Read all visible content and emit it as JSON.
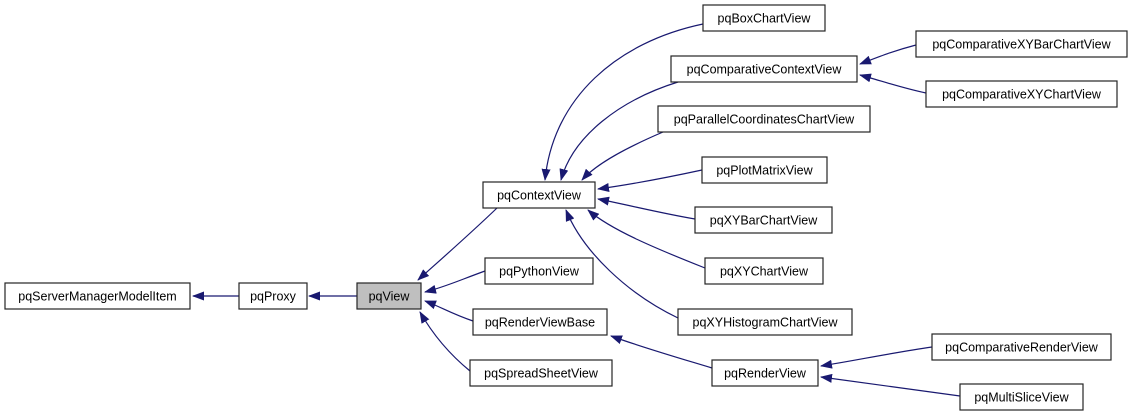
{
  "diagram": {
    "type": "class-inheritance-graph",
    "colors": {
      "background": "#ffffff",
      "edge": "#191970",
      "node_border": "#242424",
      "node_fill": "#ffffff",
      "highlight_fill": "#bfbfbf",
      "text": "#000000"
    },
    "nodes": [
      {
        "id": "pqServerManagerModelItem",
        "label": "pqServerManagerModelItem",
        "highlighted": false
      },
      {
        "id": "pqProxy",
        "label": "pqProxy",
        "highlighted": false
      },
      {
        "id": "pqView",
        "label": "pqView",
        "highlighted": true
      },
      {
        "id": "pqContextView",
        "label": "pqContextView",
        "highlighted": false
      },
      {
        "id": "pqPythonView",
        "label": "pqPythonView",
        "highlighted": false
      },
      {
        "id": "pqRenderViewBase",
        "label": "pqRenderViewBase",
        "highlighted": false
      },
      {
        "id": "pqSpreadSheetView",
        "label": "pqSpreadSheetView",
        "highlighted": false
      },
      {
        "id": "pqBoxChartView",
        "label": "pqBoxChartView",
        "highlighted": false
      },
      {
        "id": "pqComparativeContextView",
        "label": "pqComparativeContextView",
        "highlighted": false
      },
      {
        "id": "pqParallelCoordinatesChartView",
        "label": "pqParallelCoordinatesChartView",
        "highlighted": false
      },
      {
        "id": "pqPlotMatrixView",
        "label": "pqPlotMatrixView",
        "highlighted": false
      },
      {
        "id": "pqXYBarChartView",
        "label": "pqXYBarChartView",
        "highlighted": false
      },
      {
        "id": "pqXYChartView",
        "label": "pqXYChartView",
        "highlighted": false
      },
      {
        "id": "pqXYHistogramChartView",
        "label": "pqXYHistogramChartView",
        "highlighted": false
      },
      {
        "id": "pqComparativeXYBarChartView",
        "label": "pqComparativeXYBarChartView",
        "highlighted": false
      },
      {
        "id": "pqComparativeXYChartView",
        "label": "pqComparativeXYChartView",
        "highlighted": false
      },
      {
        "id": "pqRenderView",
        "label": "pqRenderView",
        "highlighted": false
      },
      {
        "id": "pqComparativeRenderView",
        "label": "pqComparativeRenderView",
        "highlighted": false
      },
      {
        "id": "pqMultiSliceView",
        "label": "pqMultiSliceView",
        "highlighted": false
      }
    ],
    "edges": [
      {
        "from": "pqProxy",
        "to": "pqServerManagerModelItem"
      },
      {
        "from": "pqView",
        "to": "pqProxy"
      },
      {
        "from": "pqContextView",
        "to": "pqView"
      },
      {
        "from": "pqPythonView",
        "to": "pqView"
      },
      {
        "from": "pqRenderViewBase",
        "to": "pqView"
      },
      {
        "from": "pqSpreadSheetView",
        "to": "pqView"
      },
      {
        "from": "pqBoxChartView",
        "to": "pqContextView"
      },
      {
        "from": "pqComparativeContextView",
        "to": "pqContextView"
      },
      {
        "from": "pqParallelCoordinatesChartView",
        "to": "pqContextView"
      },
      {
        "from": "pqPlotMatrixView",
        "to": "pqContextView"
      },
      {
        "from": "pqXYBarChartView",
        "to": "pqContextView"
      },
      {
        "from": "pqXYChartView",
        "to": "pqContextView"
      },
      {
        "from": "pqXYHistogramChartView",
        "to": "pqContextView"
      },
      {
        "from": "pqComparativeXYBarChartView",
        "to": "pqComparativeContextView"
      },
      {
        "from": "pqComparativeXYChartView",
        "to": "pqComparativeContextView"
      },
      {
        "from": "pqRenderView",
        "to": "pqRenderViewBase"
      },
      {
        "from": "pqComparativeRenderView",
        "to": "pqRenderView"
      },
      {
        "from": "pqMultiSliceView",
        "to": "pqRenderView"
      }
    ]
  }
}
